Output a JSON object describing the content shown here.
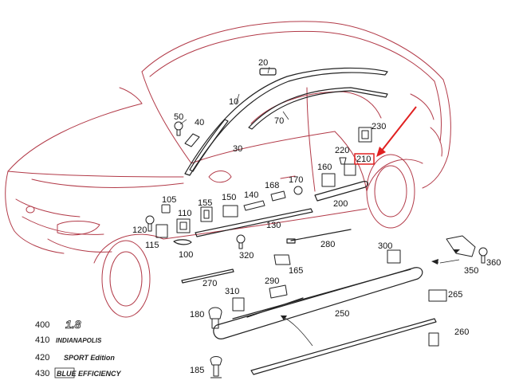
{
  "diagram": {
    "callouts": [
      "10",
      "20",
      "30",
      "40",
      "50",
      "70",
      "100",
      "105",
      "110",
      "115",
      "120",
      "130",
      "140",
      "150",
      "155",
      "160",
      "165",
      "168",
      "170",
      "180",
      "185",
      "200",
      "210",
      "220",
      "230",
      "250",
      "260",
      "265",
      "270",
      "280",
      "290",
      "300",
      "310",
      "320",
      "350",
      "360"
    ],
    "highlighted_callout": "210",
    "legend": [
      {
        "number": "400",
        "text": "1.8"
      },
      {
        "number": "410",
        "text": "INDIANAPOLIS"
      },
      {
        "number": "420",
        "text": "SPORT Edition"
      },
      {
        "number": "430",
        "text": "BLUE EFFICIENCY"
      }
    ]
  },
  "colors": {
    "outline": "#b23a48",
    "part": "#222222",
    "label": "#111111",
    "arrow": "#e02020",
    "background": "#ffffff"
  }
}
